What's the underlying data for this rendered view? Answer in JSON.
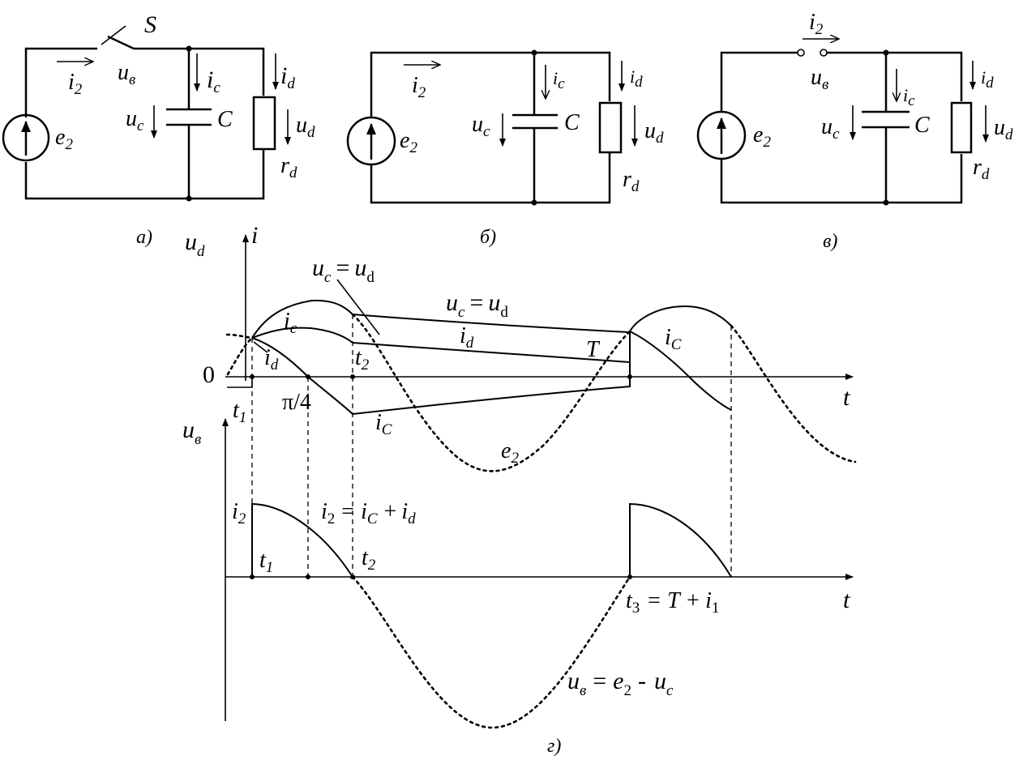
{
  "circuit_a": {
    "caption": "а)",
    "switch_label": "S",
    "labels": {
      "i2": "i",
      "i2_sub": "2",
      "uv": "u",
      "uv_sub": "в",
      "ic": "i",
      "ic_sub": "c",
      "id": "i",
      "id_sub": "d",
      "uc": "u",
      "uc_sub": "c",
      "C": "C",
      "ud": "u",
      "ud_sub": "d",
      "e2": "e",
      "e2_sub": "2",
      "rd": "r",
      "rd_sub": "d"
    }
  },
  "circuit_b": {
    "caption": "б)",
    "labels": {
      "i2": "i",
      "i2_sub": "2",
      "ic": "i",
      "ic_sub": "c",
      "id": "i",
      "id_sub": "d",
      "uc": "u",
      "uc_sub": "c",
      "C": "C",
      "ud": "u",
      "ud_sub": "d",
      "e2": "e",
      "e2_sub": "2",
      "rd": "r",
      "rd_sub": "d"
    }
  },
  "circuit_c": {
    "caption": "в)",
    "labels": {
      "i2": "i",
      "i2_sub": "2",
      "uv": "u",
      "uv_sub": "в",
      "ic": "i",
      "ic_sub": "c",
      "id": "i",
      "id_sub": "d",
      "uc": "u",
      "uc_sub": "c",
      "C": "C",
      "ud": "u",
      "ud_sub": "d",
      "e2": "e",
      "e2_sub": "2",
      "rd": "r",
      "rd_sub": "d"
    }
  },
  "graph_top": {
    "y_axis_u": "u",
    "y_axis_u_sub": "d",
    "y_axis_i": "i",
    "zero": "0",
    "t_axis": "t",
    "eq_top_u": "u",
    "eq_top_c": "c",
    "eq_top_eq": "=",
    "eq_top_u2": "u",
    "eq_top_d": "d",
    "eq_mid_u": "u",
    "eq_mid_c": "c",
    "eq_mid_eq": "=",
    "eq_mid_u2": "u",
    "eq_mid_d": "d",
    "ic_upper": "i",
    "ic_upper_sub": "c",
    "id_left": "i",
    "id_left_sub": "d",
    "id_mid": "i",
    "id_mid_sub": "d",
    "ic_right": "i",
    "ic_right_sub": "C",
    "ic_lower": "i",
    "ic_lower_sub": "C",
    "t2": "t",
    "t2_sub": "2",
    "T": "T",
    "t1": "t",
    "t1_sub": "1",
    "pi4": "π/4",
    "e2": "e",
    "e2_sub": "2"
  },
  "graph_bottom": {
    "y_axis_u": "u",
    "y_axis_u_sub": "в",
    "i2": "i",
    "i2_sub": "2",
    "t1": "t",
    "t1_sub": "1",
    "t2": "t",
    "t2_sub": "2",
    "eq_i2": "i",
    "eq_i2_sub": "2",
    "eq_eq": "=",
    "eq_ic": "i",
    "eq_ic_sub": "C",
    "eq_plus": "+",
    "eq_id": "i",
    "eq_id_sub": "d",
    "t3": "t",
    "t3_sub": "3",
    "t3_eq": "= T +",
    "t3_i": "i",
    "t3_i_sub": "1",
    "t_axis": "t",
    "uv_u": "u",
    "uv_sub": "в",
    "uv_eq": "=",
    "uv_e": "e",
    "uv_e_sub": "2",
    "uv_minus": "-",
    "uv_u2": "u",
    "uv_u2_sub": "c",
    "caption": "г)"
  }
}
